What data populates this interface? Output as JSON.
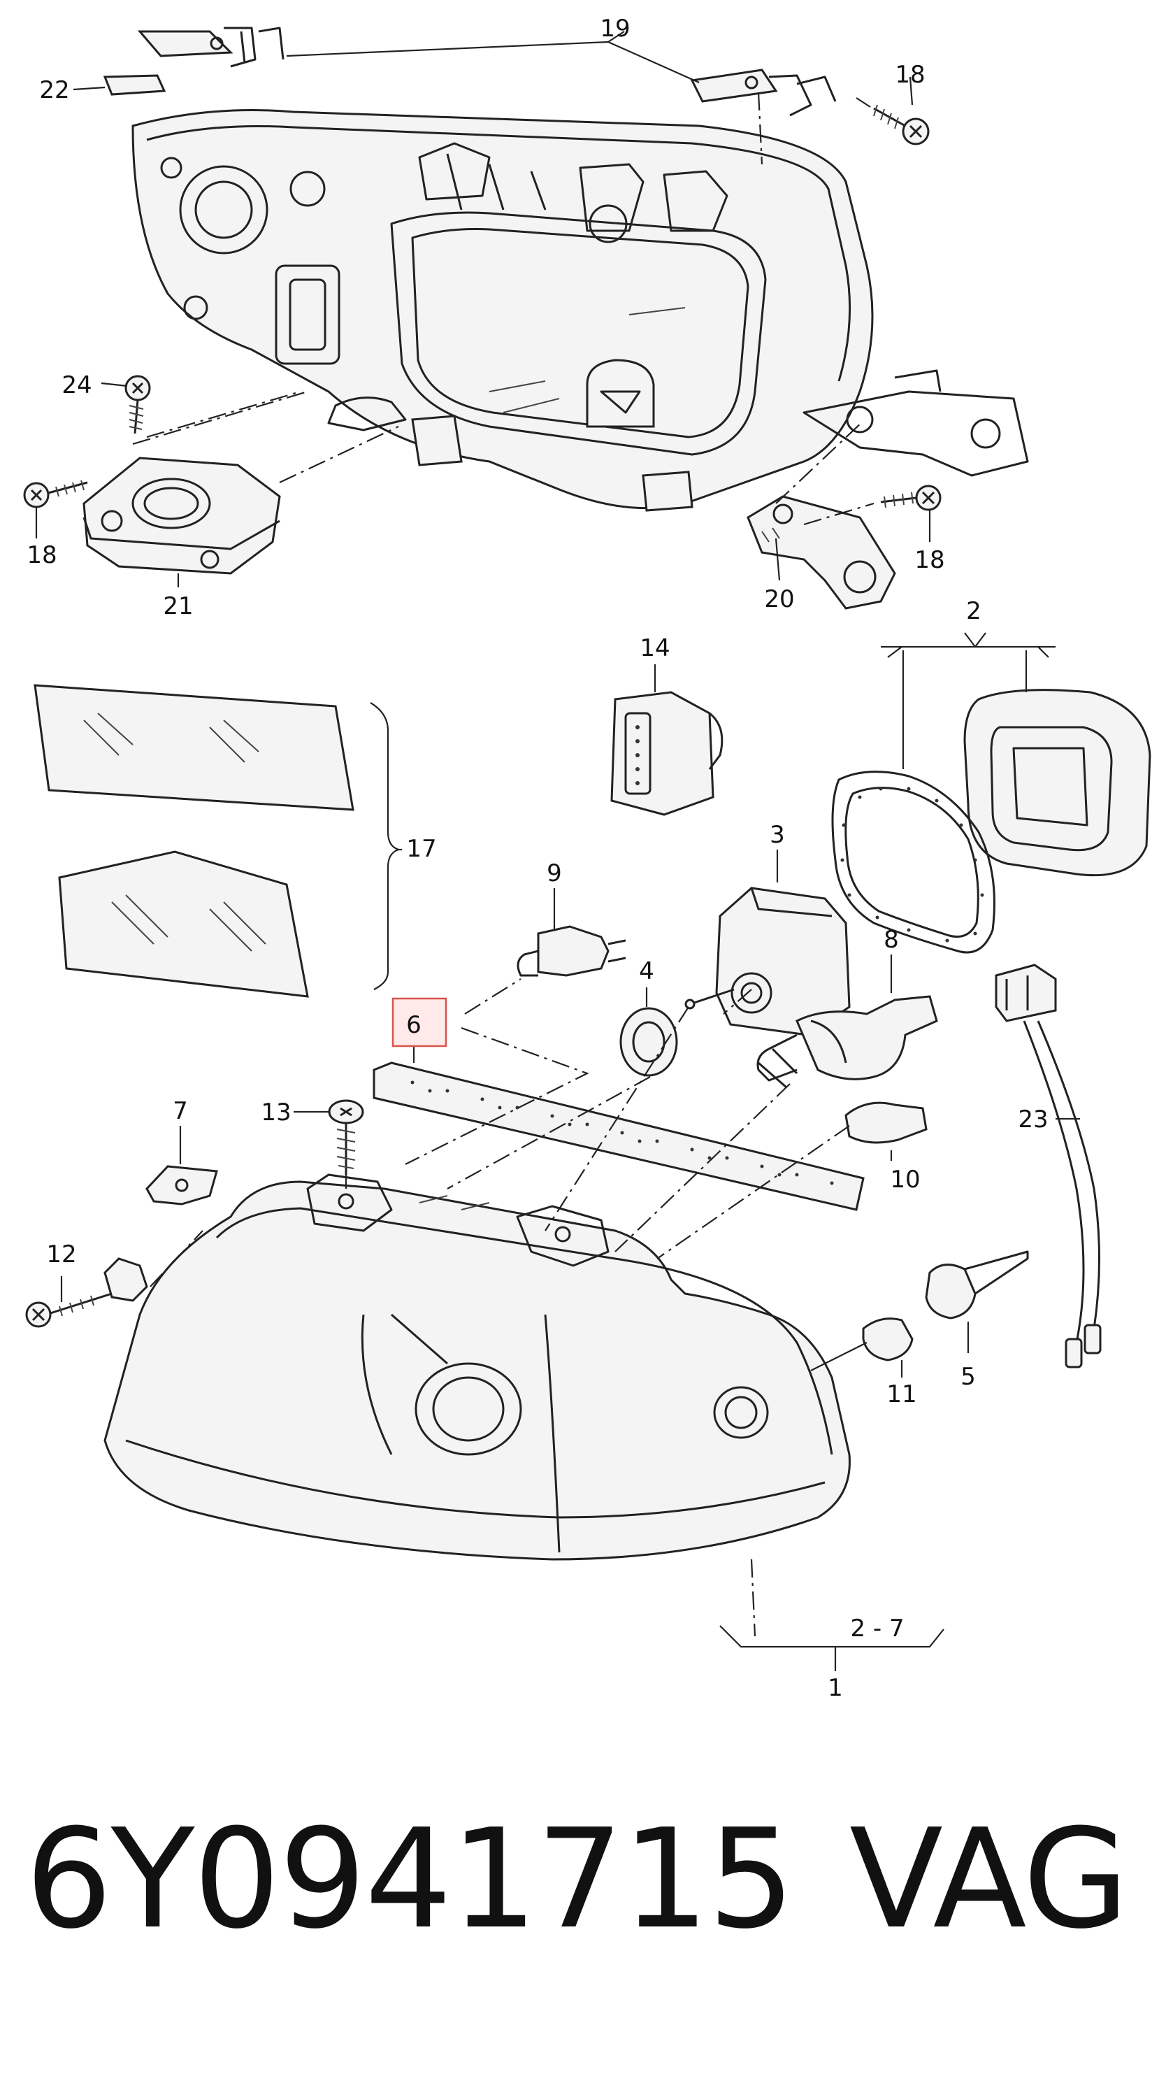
{
  "diagram": {
    "callouts": {
      "c1": "1",
      "c2": "2",
      "c3": "3",
      "c4": "4",
      "c5": "5",
      "c6": "6",
      "c7": "7",
      "c8": "8",
      "c9": "9",
      "c10": "10",
      "c11": "11",
      "c12": "12",
      "c13": "13",
      "c14": "14",
      "c17": "17",
      "c18a": "18",
      "c18b": "18",
      "c18c": "18",
      "c19": "19",
      "c20": "20",
      "c21": "21",
      "c22": "22",
      "c23": "23",
      "c24": "24",
      "range": "2 - 7"
    },
    "highlighted_callout": "6",
    "highlight_color": "#d9534f"
  },
  "footer": {
    "part_number": "6Y0941715",
    "brand": "VAG"
  }
}
